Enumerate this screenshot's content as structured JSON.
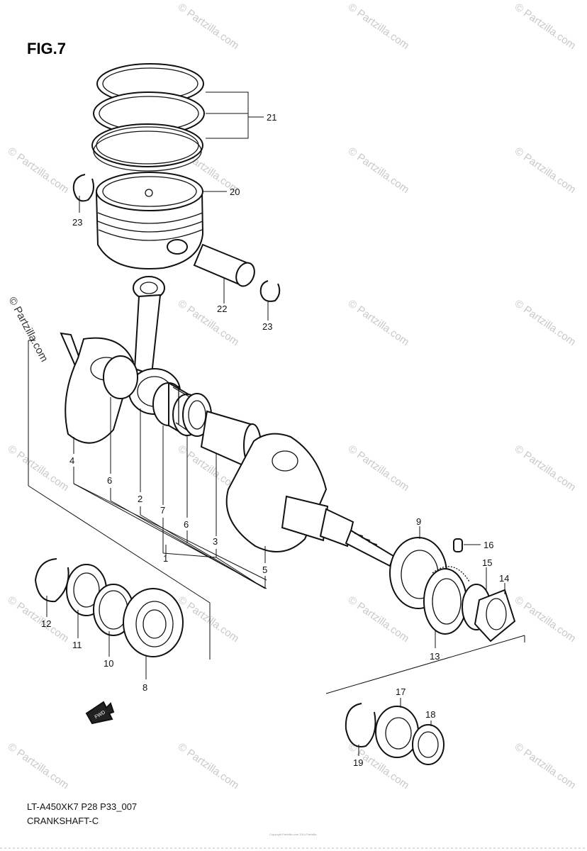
{
  "figure_label": "FIG.7",
  "diagram_code": "LT-A450XK7 P28 P33_007",
  "diagram_title": "CRANKSHAFT-C",
  "watermark_text": "© Partzilla.com",
  "fwd_label": "FWD",
  "copyright_text": "Copyright Partzilla.com 2014 Partzilla",
  "callouts": {
    "c1": "1",
    "c2": "2",
    "c3": "3",
    "c4": "4",
    "c5": "5",
    "c6a": "6",
    "c6b": "6",
    "c7": "7",
    "c8": "8",
    "c9": "9",
    "c10": "10",
    "c11": "11",
    "c12": "12",
    "c13": "13",
    "c14": "14",
    "c15": "15",
    "c16": "16",
    "c17": "17",
    "c18": "18",
    "c19": "19",
    "c20": "20",
    "c21": "21",
    "c22": "22",
    "c23a": "23",
    "c23b": "23"
  }
}
